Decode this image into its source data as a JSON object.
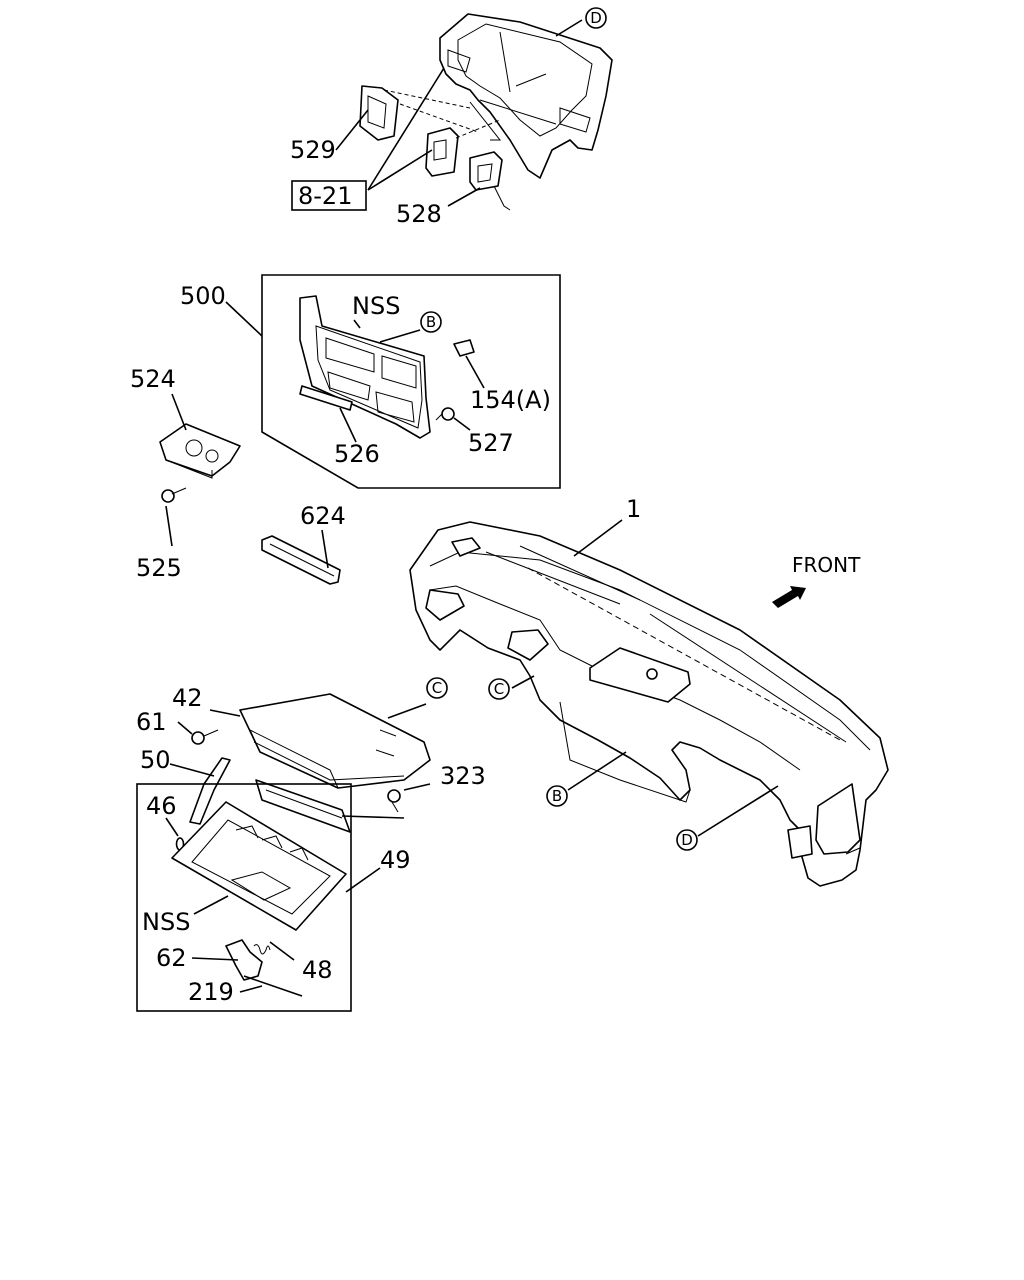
{
  "labels": {
    "p529": "529",
    "p8_21": "8-21",
    "p528": "528",
    "p500": "500",
    "nss_top": "NSS",
    "p524": "524",
    "p154a": "154(A)",
    "p527": "527",
    "p526": "526",
    "p525": "525",
    "p624": "624",
    "p1": "1",
    "front": "FRONT",
    "p42": "42",
    "p61": "61",
    "p50": "50",
    "p46": "46",
    "p323": "323",
    "p49": "49",
    "nss_bottom": "NSS",
    "p62": "62",
    "p48": "48",
    "p219": "219"
  },
  "callouts": {
    "d_top": "D",
    "b_top": "B",
    "c_glove": "C",
    "c_dash": "C",
    "b_dash": "B",
    "d_dash": "D"
  },
  "icons": {
    "front_arrow": "front-arrow-icon"
  }
}
